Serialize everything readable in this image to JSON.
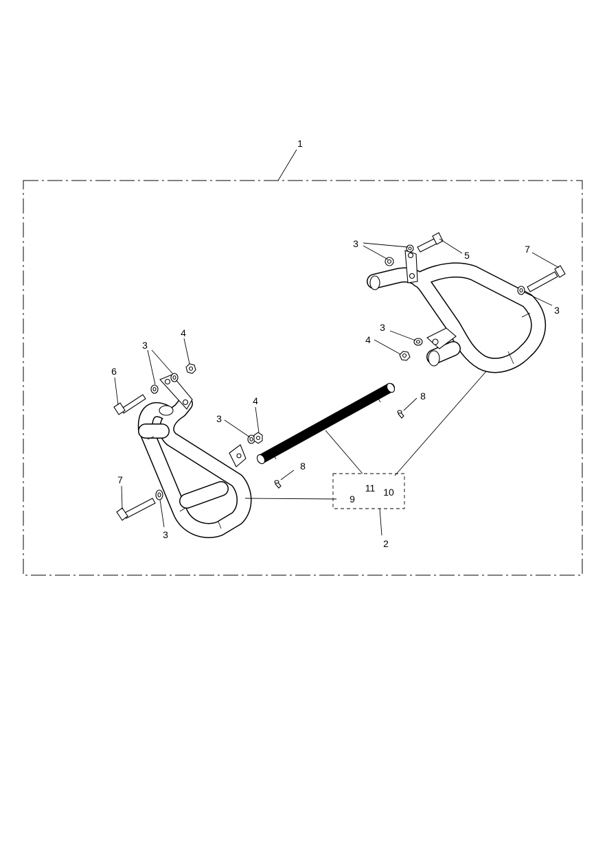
{
  "diagram": {
    "type": "exploded parts diagram",
    "callouts": {
      "c1": "1",
      "c2": "2",
      "c3": "3",
      "c4": "4",
      "c5": "5",
      "c6": "6",
      "c7": "7",
      "c8": "8",
      "c9": "9",
      "c10": "10",
      "c11": "11"
    },
    "line_color": "#000000",
    "background": "#ffffff"
  }
}
